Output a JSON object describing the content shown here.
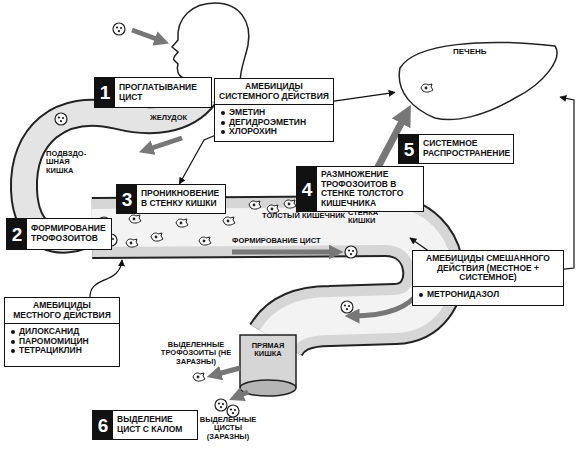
{
  "diagram": {
    "nodes": [
      {
        "text": [
          "1",
          "ПРОГЛАТЫВАНИЕ ЦИСТ"
        ]
      },
      {
        "text": [
          "АМЕБИЦИДЫ СИСТЕМНОГО ДЕЙСТВИЯ",
          "ЭМЕТИН",
          "ДЕГИДРОЭМЕТИН",
          "ХЛОРОХИН"
        ]
      },
      {
        "text": [
          "ПЕЧЕНЬ"
        ]
      },
      {
        "text": [
          "5",
          "СИСТЕМНОЕ РАСПРОСТРАНЕНИЕ"
        ]
      },
      {
        "text": [
          "3",
          "ПРОНИКНОВЕНИЕ В СТЕНКУ КИШКИ"
        ]
      },
      {
        "text": [
          "4",
          "РАЗМНОЖЕНИЕ ТРОФОЗОИТОВ В СТЕНКЕ ТОЛСТОГО КИШЕЧНИКА"
        ]
      },
      {
        "text": [
          "2",
          "ФОРМИРОВАНИЕ ТРОФОЗОИТОВ"
        ]
      },
      {
        "text": [
          "АМЕБИЦИДЫ СМЕШАННОГО ДЕЙСТВИЯ (МЕСТНОЕ + СИСТЕМНОЕ)",
          "МЕТРОНИДАЗОЛ"
        ]
      },
      {
        "text": [
          "АМЕБИЦИДЫ МЕСТНОГО ДЕЙСТВИЯ",
          "ДИЛОКСАНИД",
          "ПАРОМОМИЦИН",
          "ТЕТРАЦИКЛИН"
        ]
      },
      {
        "text": [
          "6",
          "ВЫДЕЛЕНИЕ ЦИСТ С КАЛОМ"
        ]
      }
    ],
    "edges": [
      {
        "from": 1,
        "to": 2,
        "arrow": "to"
      },
      {
        "from": 1,
        "to": 4,
        "arrow": "to"
      },
      {
        "from": 7,
        "to": 2,
        "arrow": "to"
      }
    ],
    "labels": [
      "ЖЕЛУДОК",
      "ПОДВЗДО-ШНАЯ КИШКА",
      "ТОЛСТЫЙ КИШЕЧНИК",
      "ФОРМИРОВАНИЕ ЦИСТ",
      "СТЕНКА КИШКИ",
      "ВЫДЕЛЕННЫЕ ТРОФОЗОИТЫ (НЕ ЗАРАЗНЫ)",
      "ПРЯМАЯ КИШКА",
      "ВЫДЕЛЕННЫЕ ЦИСТЫ (ЗАРАЗНЫ)"
    ]
  }
}
